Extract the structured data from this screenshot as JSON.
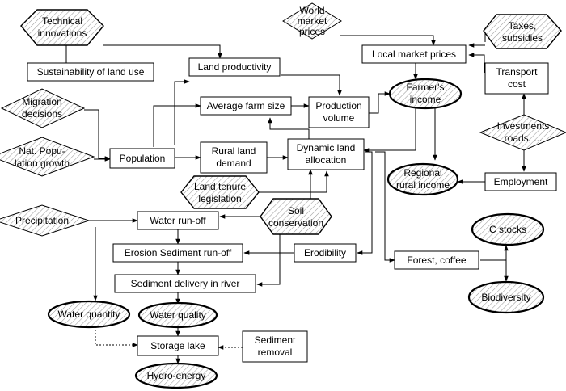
{
  "nodes": {
    "technical_innovations": [
      "Technical",
      "innovations"
    ],
    "sustainability": [
      "Sustainability of land use"
    ],
    "land_productivity": [
      "Land productivity"
    ],
    "world_market_prices": [
      "World",
      "market",
      "prices"
    ],
    "local_market_prices": [
      "Local market prices"
    ],
    "taxes_subsidies": [
      "Taxes,",
      "subsidies"
    ],
    "transport_cost": [
      "Transport",
      "cost"
    ],
    "migration_decisions": [
      "Migration",
      "decisions"
    ],
    "average_farm_size": [
      "Average farm size"
    ],
    "production_volume": [
      "Production",
      "volume"
    ],
    "farmers_income": [
      "Farmer's",
      "income"
    ],
    "investments": [
      "Investments",
      "roads, ..."
    ],
    "nat_population_growth": [
      "Nat. Popu-",
      "lation growth"
    ],
    "population": [
      "Population"
    ],
    "rural_land_demand": [
      "Rural land",
      "demand"
    ],
    "dynamic_land_allocation": [
      "Dynamic land",
      "allocation"
    ],
    "regional_rural_income": [
      "Regional",
      "rural income"
    ],
    "employment": [
      "Employment"
    ],
    "land_tenure_legislation": [
      "Land tenure",
      "legislation"
    ],
    "soil_conservation": [
      "Soil",
      "conservation"
    ],
    "precipitation": [
      "Precipitation"
    ],
    "water_runoff": [
      "Water run-off"
    ],
    "c_stocks": [
      "C stocks"
    ],
    "erosion_sediment_runoff": [
      "Erosion Sediment run-off"
    ],
    "erodibility": [
      "Erodibility"
    ],
    "forest_coffee": [
      "Forest, coffee"
    ],
    "sediment_delivery": [
      "Sediment delivery in river"
    ],
    "water_quantity": [
      "Water quantity"
    ],
    "water_quality": [
      "Water quality"
    ],
    "biodiversity": [
      "Biodiversity"
    ],
    "storage_lake": [
      "Storage lake"
    ],
    "sediment_removal": [
      "Sediment",
      "removal"
    ],
    "hydro_energy": [
      "Hydro-energy"
    ]
  }
}
